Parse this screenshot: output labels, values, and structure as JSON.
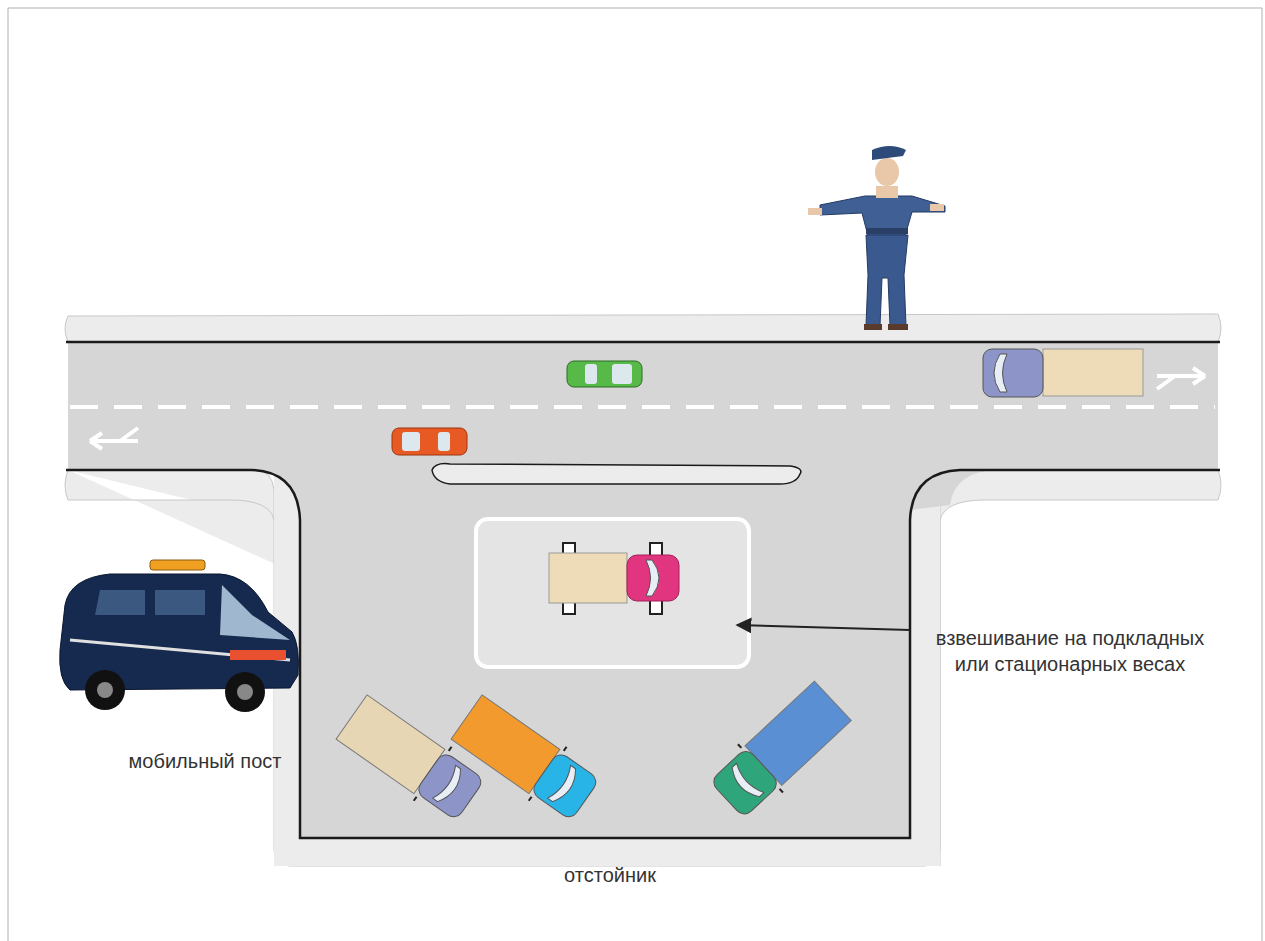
{
  "diagram": {
    "labels": [
      "мобильный пост",
      "взвешивание на подкладных или стационарных весах",
      "отстойник"
    ]
  }
}
